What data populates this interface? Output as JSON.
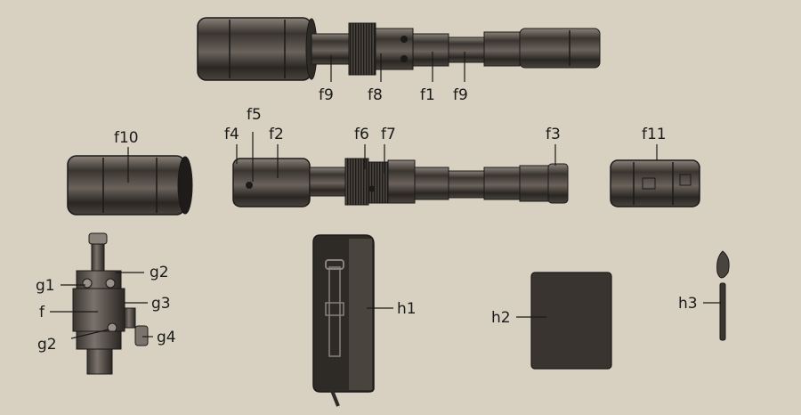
{
  "labels": {
    "f9_top_left": "f9",
    "f8": "f8",
    "f1": "f1",
    "f9_top_right": "f9",
    "f10": "f10",
    "f4": "f4",
    "f5": "f5",
    "f2": "f2",
    "f6": "f6",
    "f7": "f7",
    "f3": "f3",
    "f11": "f11",
    "g1": "g1",
    "g2_upper": "g2",
    "g3": "g3",
    "f_mount": "f",
    "g2_lower": "g2",
    "g4": "g4",
    "h1": "h1",
    "h2": "h2",
    "h3": "h3"
  },
  "colors": {
    "paper": "#d8d1c1",
    "metal_dark": "#2e2a26",
    "metal_mid": "#5e5750",
    "metal_light": "#9a9189",
    "ink": "#1a1a1a",
    "cloth": "#3a3431"
  }
}
